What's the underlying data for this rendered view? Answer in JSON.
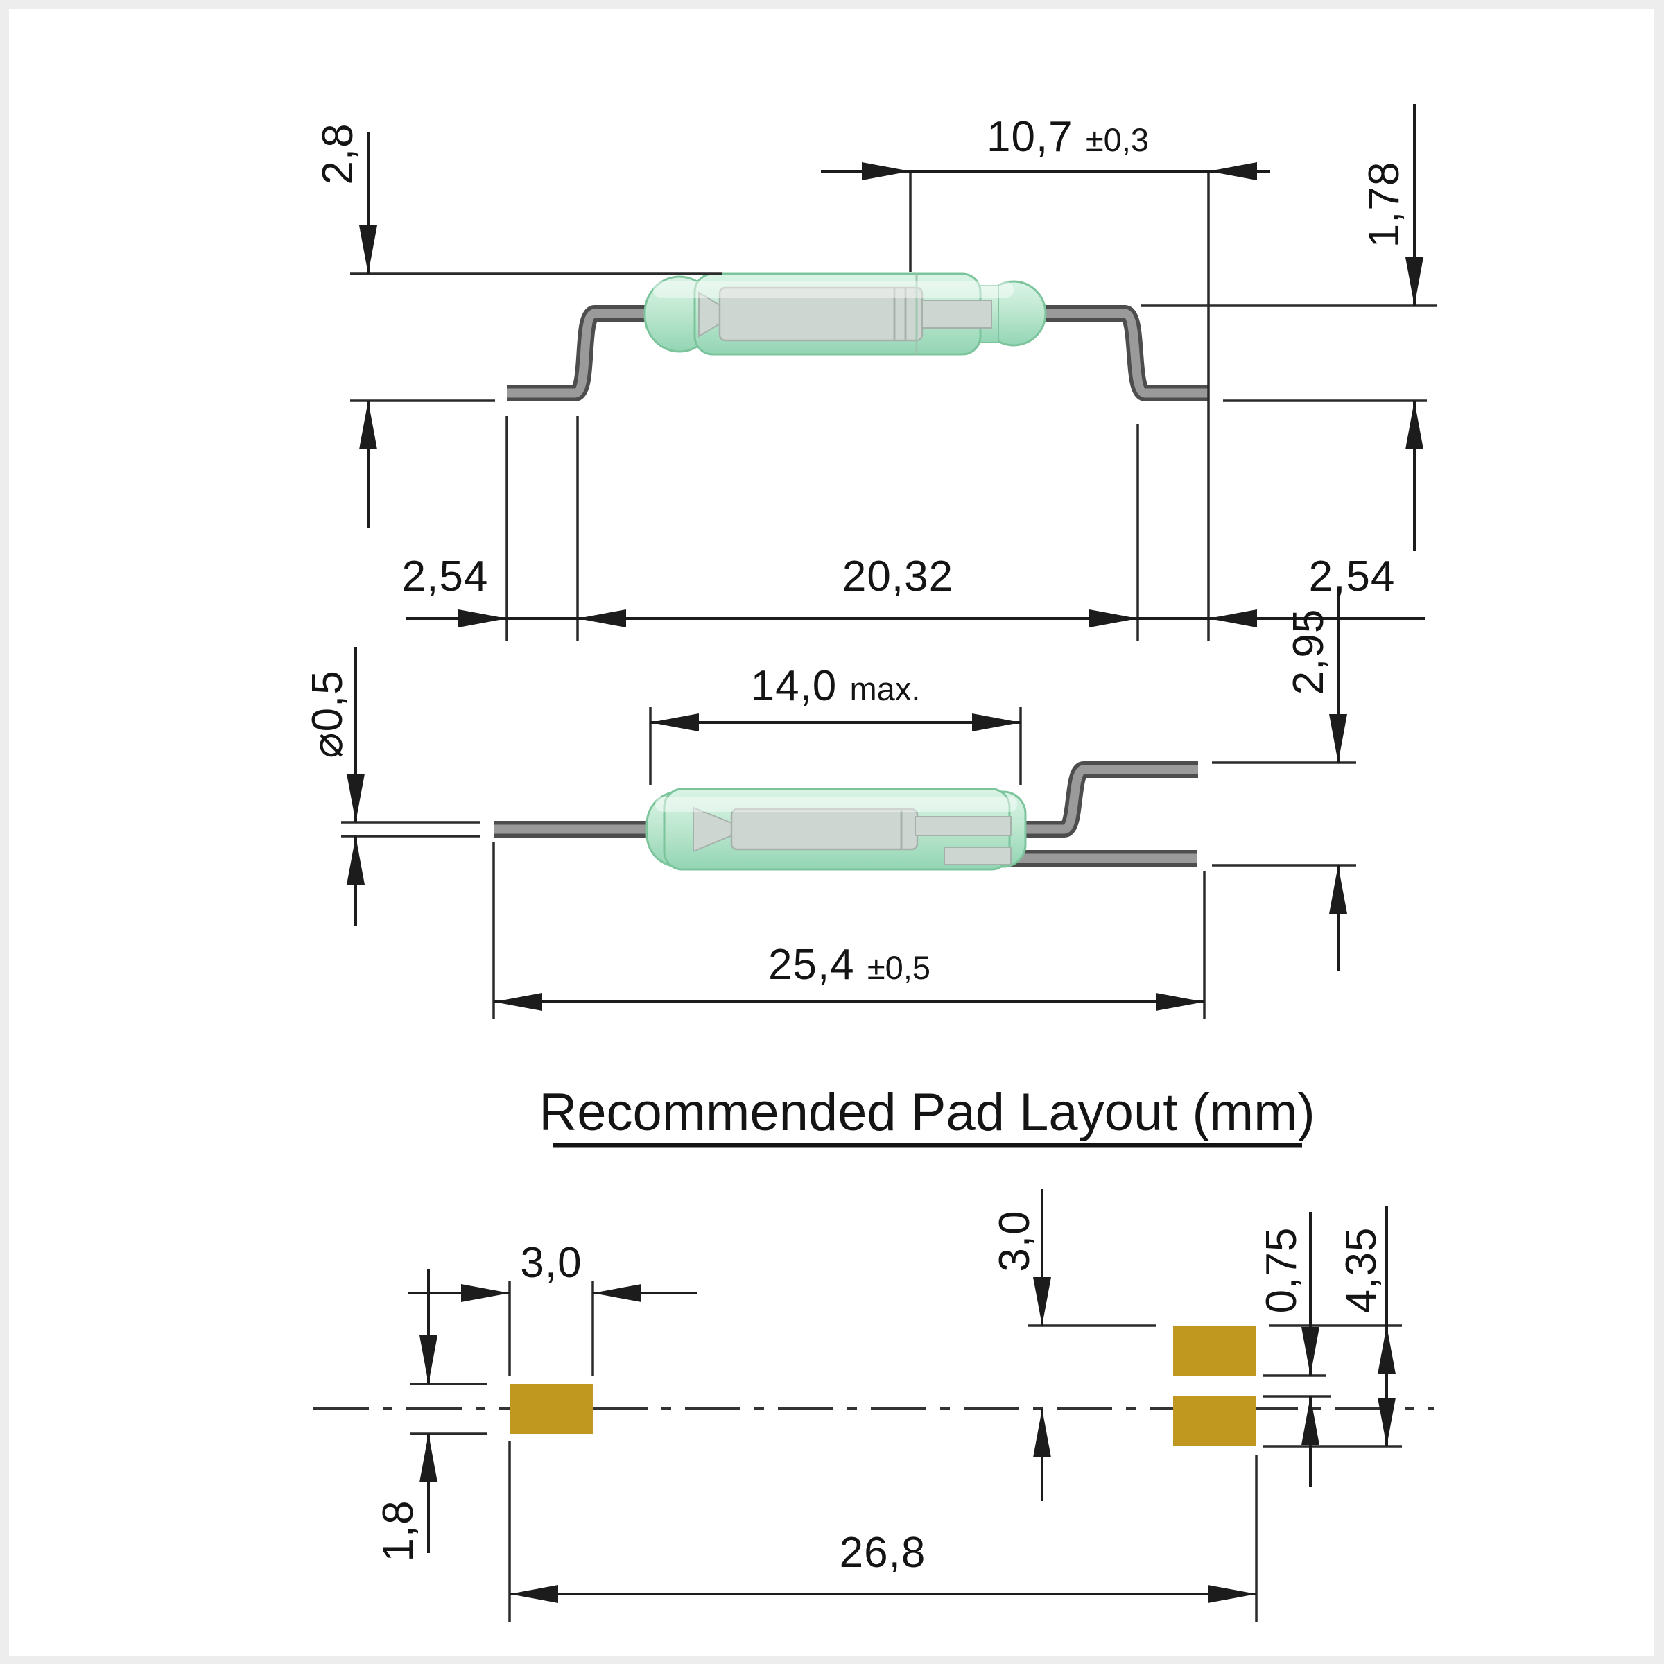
{
  "drawing": {
    "background": "#ffffff",
    "line_color": "#1c1c1c",
    "glass_color": "#bfe8d1",
    "glass_edge_color": "#7cc49c",
    "lead_color": "#9a9a9a",
    "lead_edge_color": "#4d4d4d",
    "pad_color": "#c0981f"
  },
  "top_view": {
    "dims": {
      "height": "2,8",
      "lead_span": "10,7",
      "lead_span_tol": "±0,3",
      "lead_offset": "1,78",
      "foot_left": "2,54",
      "body_span": "20,32",
      "foot_right": "2,54"
    }
  },
  "middle_view": {
    "dims": {
      "lead_diameter": "⌀0,5",
      "glass_length": "14,0",
      "glass_length_suffix": "max.",
      "lead_step": "2,95",
      "overall_length": "25,4",
      "overall_length_tol": "±0,5"
    }
  },
  "pad_layout": {
    "title": "Recommended Pad Layout (mm)",
    "dims": {
      "left_pad_width": "3,0",
      "left_pad_height": "1,8",
      "right_pad_offset": "3,0",
      "right_pad_gap": "0,75",
      "right_pads_height": "4,35",
      "pad_span": "26,8"
    }
  }
}
